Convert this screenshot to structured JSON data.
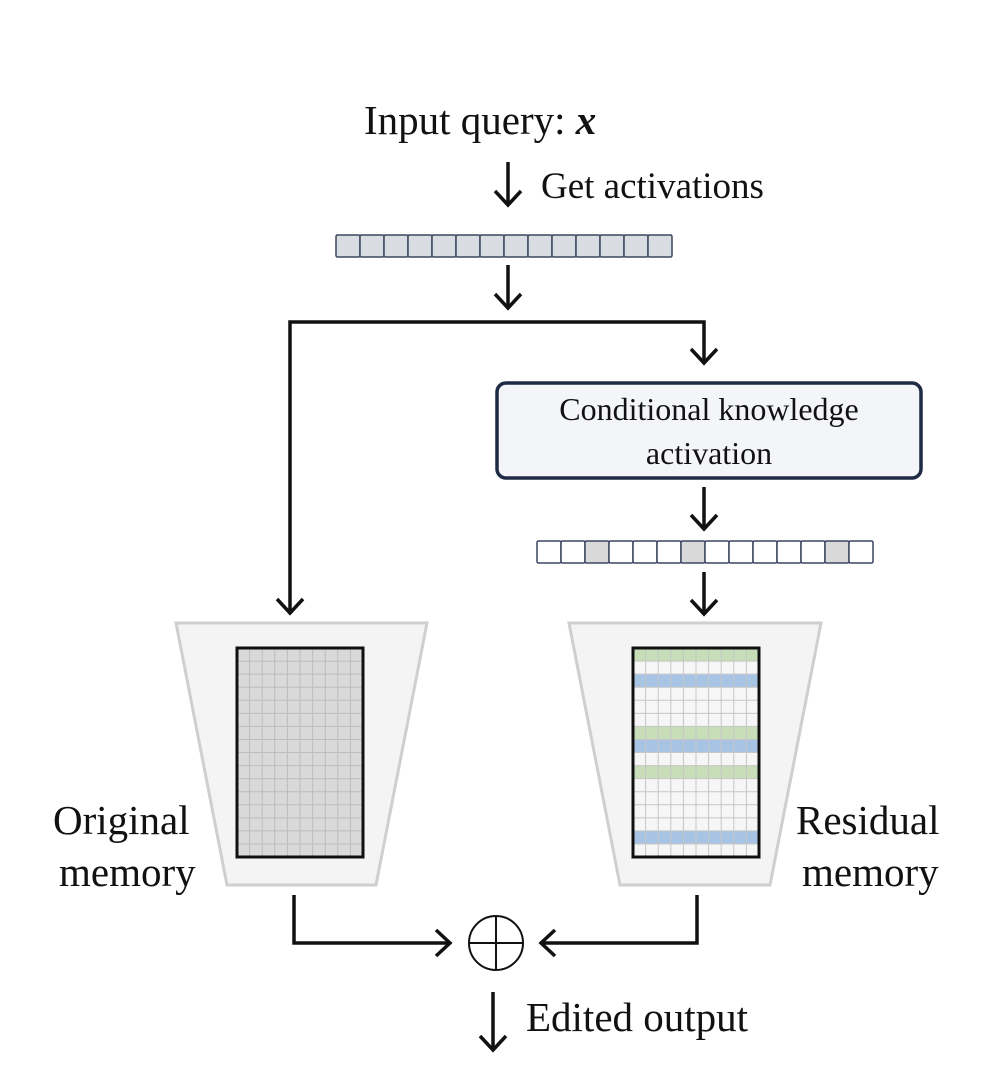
{
  "labels": {
    "input_query": "Input query:",
    "query_variable": "x",
    "get_activations": "Get activations",
    "box_line1": "Conditional knowledge",
    "box_line2": "activation",
    "original_line1": "Original",
    "original_line2": "memory",
    "residual_line1": "Residual",
    "residual_line2": "memory",
    "edited_output": "Edited output"
  },
  "activation_vector": {
    "cells": 14,
    "fill": "#d9dce3"
  },
  "sparse_vector": {
    "cells": 14,
    "active_indices": [
      2,
      6,
      12
    ],
    "active_fill": "#d9d9d9",
    "inactive_fill": "#ffffff"
  },
  "original_memory": {
    "rows": 16,
    "cols": 10,
    "fill": "#d9d9d9"
  },
  "residual_memory": {
    "rows": 16,
    "cols": 10,
    "green_rows": [
      0,
      6,
      9
    ],
    "blue_rows": [
      2,
      7,
      14
    ],
    "green": "#c7deb9",
    "blue": "#a8c4e4",
    "base": "#f6f6f6"
  },
  "colors": {
    "box_border": "#1f2a44",
    "box_fill": "#f4f5f8",
    "trapezoid_fill": "#f4f4f4",
    "trapezoid_stroke": "#cfcfcf",
    "line": "#111111"
  }
}
